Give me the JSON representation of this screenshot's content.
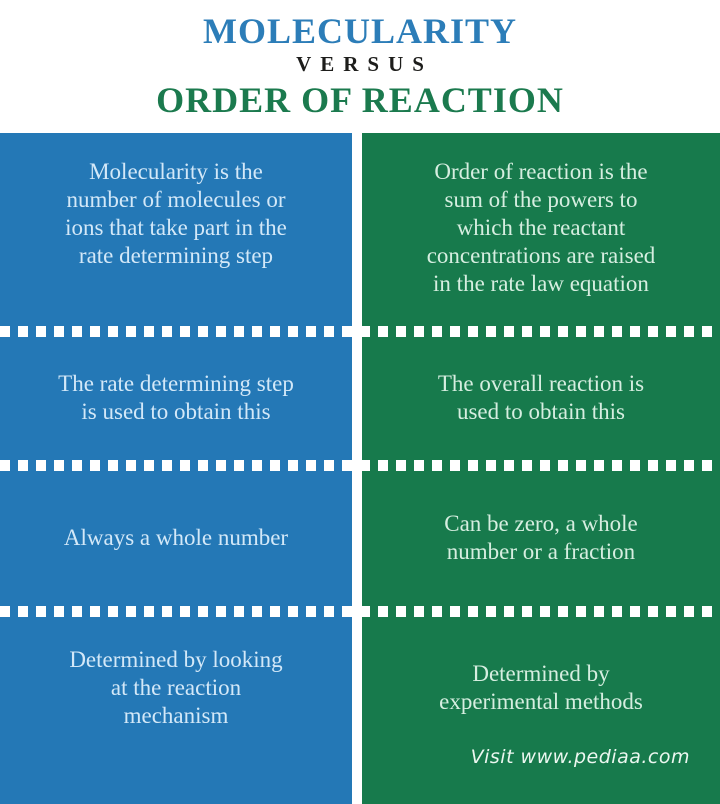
{
  "header": {
    "title_top": "MOLECULARITY",
    "versus": "VERSUS",
    "title_bottom": "ORDER OF REACTION"
  },
  "palette": {
    "title_top_color": "#2c7db8",
    "title_bottom_color": "#1b7a4e",
    "left_column_bg": "#2478b6",
    "right_column_bg": "#177a4c",
    "divider_color": "#ffffff"
  },
  "columns": {
    "left": {
      "topic": "Molecularity",
      "rows": [
        "Molecularity is the\nnumber of molecules or\nions that take part in the\nrate determining step",
        "The rate determining step\nis used to obtain this",
        "Always a whole number",
        "Determined by looking\nat the reaction\nmechanism"
      ]
    },
    "right": {
      "topic": "Order of Reaction",
      "rows": [
        "Order of reaction is the\nsum of the powers to\nwhich the reactant\nconcentrations are raised\nin the rate law equation",
        "The overall reaction is\nused to obtain this",
        "Can be zero, a whole\nnumber or a fraction",
        "Determined by\nexperimental methods"
      ]
    }
  },
  "footer": {
    "credit": "Visit www.pediaa.com"
  }
}
